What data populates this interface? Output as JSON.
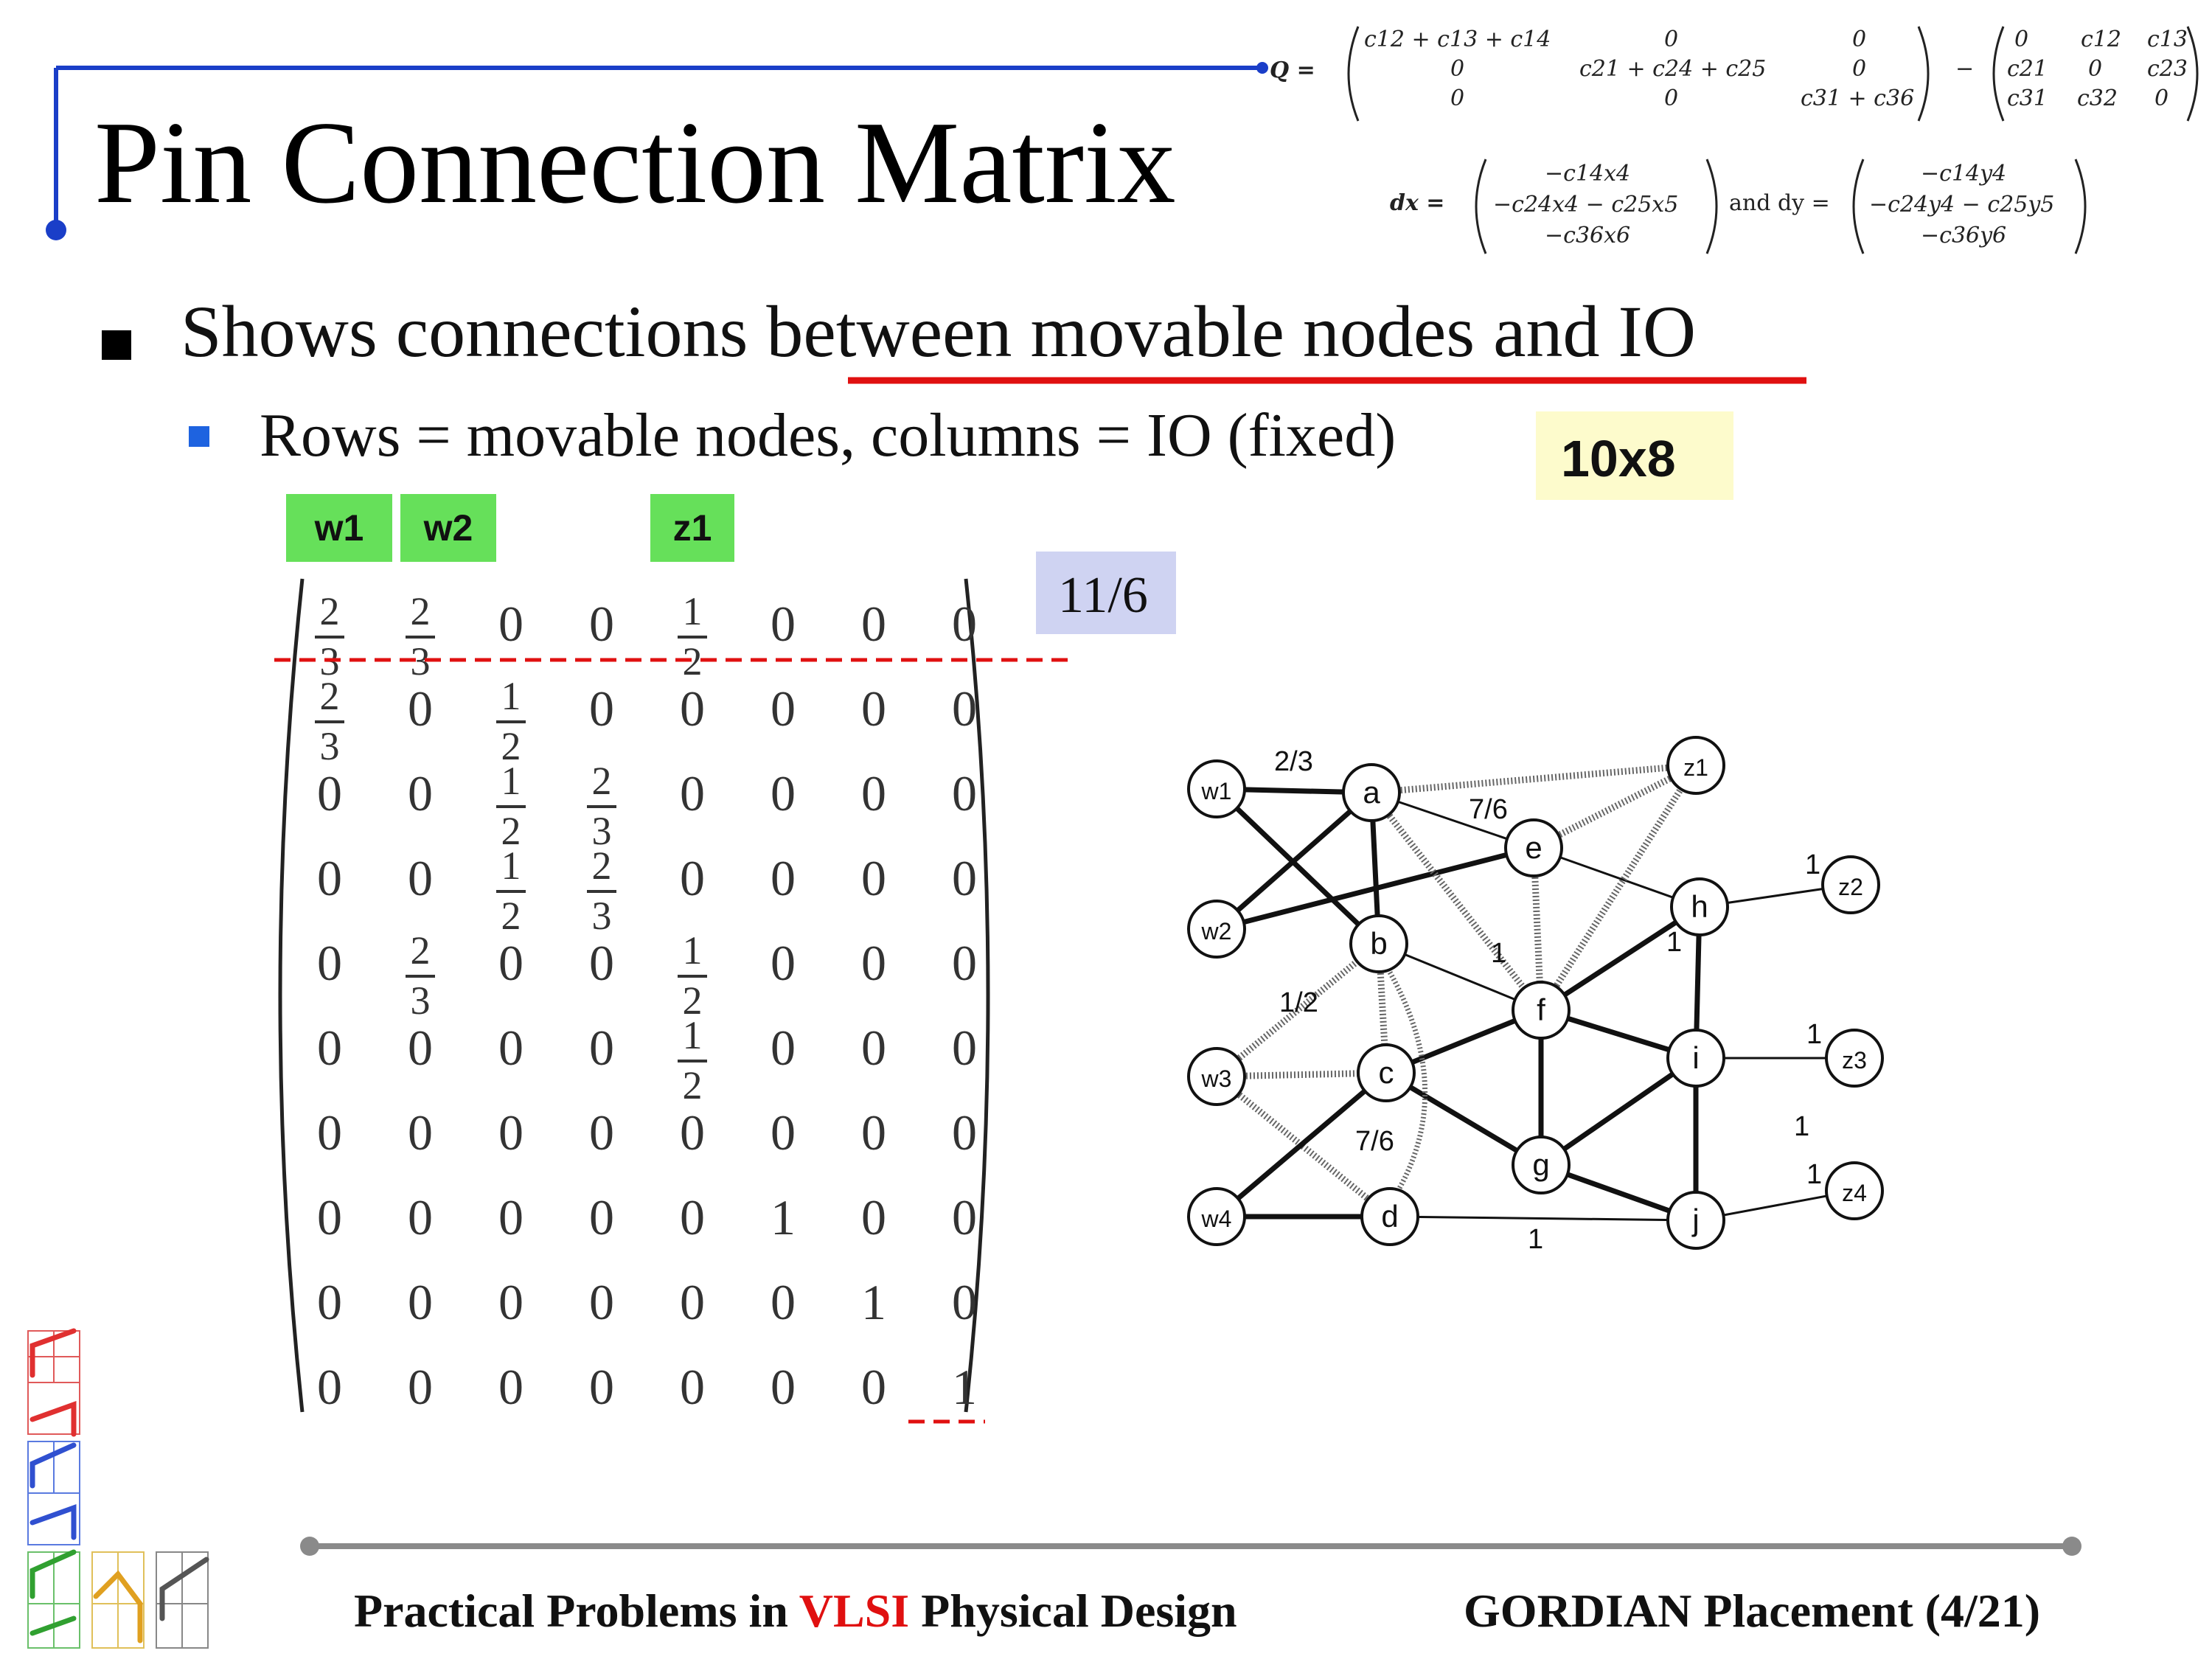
{
  "slide": {
    "title": "Pin Connection Matrix",
    "bullet": "Shows connections between movable nodes and IO",
    "sub_bullet": "Rows = movable nodes, columns = IO (fixed)",
    "size_note": "10x8",
    "sum_note": "11/6",
    "column_tags": [
      "w1",
      "w2",
      "z1"
    ]
  },
  "formulas": {
    "q_label": "Q =",
    "q_m1_r1": [
      "c12 + c13 + c14",
      "0",
      "0"
    ],
    "q_m1_r2": [
      "0",
      "c21 + c24 + c25",
      "0"
    ],
    "q_m1_r3": [
      "0",
      "0",
      "c31 + c36"
    ],
    "q_minus": "−",
    "q_m2_r1": [
      "0",
      "c12",
      "c13"
    ],
    "q_m2_r2": [
      "c21",
      "0",
      "c23"
    ],
    "q_m2_r3": [
      "c31",
      "c32",
      "0"
    ],
    "dx_label": "dx =",
    "dx": [
      "−c14x4",
      "−c24x4 − c25x5",
      "−c36x6"
    ],
    "and_dy": "and dy =",
    "dy": [
      "−c14y4",
      "−c24y4 − c25y5",
      "−c36y6"
    ]
  },
  "matrix": {
    "rows": [
      [
        "2/3",
        "2/3",
        "0",
        "0",
        "1/2",
        "0",
        "0",
        "0"
      ],
      [
        "2/3",
        "0",
        "1/2",
        "0",
        "0",
        "0",
        "0",
        "0"
      ],
      [
        "0",
        "0",
        "1/2",
        "2/3",
        "0",
        "0",
        "0",
        "0"
      ],
      [
        "0",
        "0",
        "1/2",
        "2/3",
        "0",
        "0",
        "0",
        "0"
      ],
      [
        "0",
        "2/3",
        "0",
        "0",
        "1/2",
        "0",
        "0",
        "0"
      ],
      [
        "0",
        "0",
        "0",
        "0",
        "1/2",
        "0",
        "0",
        "0"
      ],
      [
        "0",
        "0",
        "0",
        "0",
        "0",
        "0",
        "0",
        "0"
      ],
      [
        "0",
        "0",
        "0",
        "0",
        "0",
        "1",
        "0",
        "0"
      ],
      [
        "0",
        "0",
        "0",
        "0",
        "0",
        "0",
        "1",
        "0"
      ],
      [
        "0",
        "0",
        "0",
        "0",
        "0",
        "0",
        "0",
        "1"
      ]
    ]
  },
  "graph": {
    "nodes": [
      {
        "id": "w1",
        "label": "w1",
        "sub": "1"
      },
      {
        "id": "w2",
        "label": "w2",
        "sub": "2"
      },
      {
        "id": "w3",
        "label": "w3",
        "sub": "3"
      },
      {
        "id": "w4",
        "label": "w4",
        "sub": "4"
      },
      {
        "id": "a",
        "label": "a"
      },
      {
        "id": "b",
        "label": "b"
      },
      {
        "id": "c",
        "label": "c"
      },
      {
        "id": "d",
        "label": "d"
      },
      {
        "id": "e",
        "label": "e"
      },
      {
        "id": "f",
        "label": "f"
      },
      {
        "id": "g",
        "label": "g"
      },
      {
        "id": "h",
        "label": "h"
      },
      {
        "id": "i",
        "label": "i"
      },
      {
        "id": "j",
        "label": "j"
      },
      {
        "id": "z1",
        "label": "z1",
        "sub": "1"
      },
      {
        "id": "z2",
        "label": "z2",
        "sub": "2"
      },
      {
        "id": "z3",
        "label": "z3",
        "sub": "3"
      },
      {
        "id": "z4",
        "label": "z4",
        "sub": "4"
      }
    ],
    "edge_labels": [
      "2/3",
      "7/6",
      "1",
      "1",
      "1/2",
      "7/6",
      "1",
      "1",
      "1",
      "1",
      "1"
    ]
  },
  "footer": {
    "left_pre": "Practical Problems in ",
    "left_red": "VLSI",
    "left_post": " Physical Design",
    "right": "GORDIAN Placement (4/21)"
  },
  "colors": {
    "accent_blue": "#1a3ec8",
    "underline_red": "#e01010",
    "tag_green": "#66e05a",
    "note_yellow": "#fdfbcc",
    "note_lavender": "#cfd3f2",
    "footer_line": "#8a8a8a"
  }
}
